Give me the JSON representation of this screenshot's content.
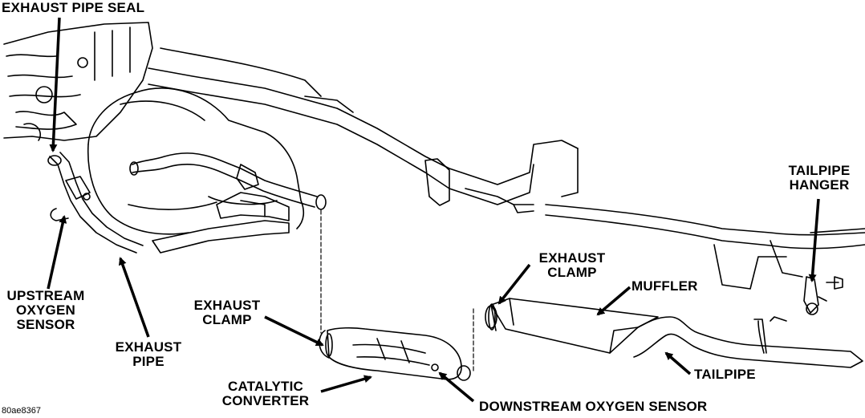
{
  "labels": {
    "exhaust_pipe_seal": "EXHAUST PIPE SEAL",
    "upstream_oxygen_sensor": [
      "UPSTREAM",
      "OXYGEN",
      "SENSOR"
    ],
    "exhaust_pipe": [
      "EXHAUST",
      "PIPE"
    ],
    "exhaust_clamp_front": [
      "EXHAUST",
      "CLAMP"
    ],
    "catalytic_converter": [
      "CATALYTIC",
      "CONVERTER"
    ],
    "downstream_oxygen_sensor": "DOWNSTREAM OXYGEN SENSOR",
    "exhaust_clamp_rear": [
      "EXHAUST",
      "CLAMP"
    ],
    "muffler": "MUFFLER",
    "tailpipe": "TAILPIPE",
    "tailpipe_hanger": [
      "TAILPIPE",
      "HANGER"
    ]
  },
  "reference_code": "80ae8367",
  "colors": {
    "ink": "#000000",
    "paper": "#ffffff"
  }
}
